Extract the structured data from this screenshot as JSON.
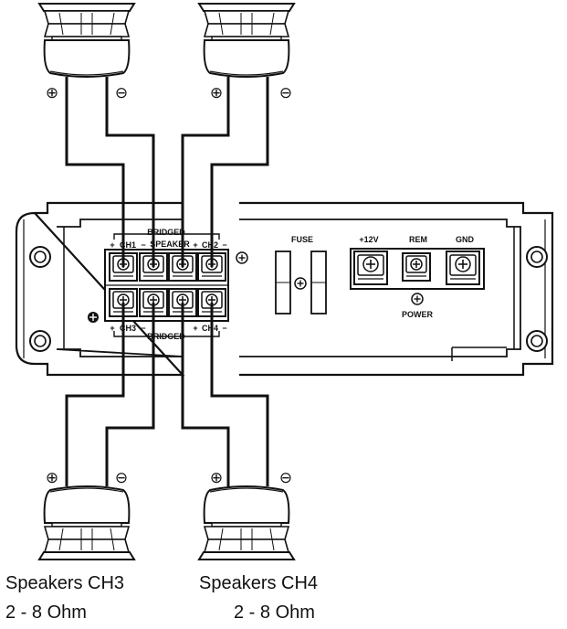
{
  "captions": {
    "ch3_title": "Speakers CH3",
    "ch3_impedance": "2 - 8 Ohm",
    "ch4_title": "Speakers CH4",
    "ch4_impedance": "2 - 8 Ohm"
  },
  "amp": {
    "bridged_top": "BRIDGED",
    "speaker": "SPEAKER",
    "ch1": "CH1",
    "ch2": "CH2",
    "ch3": "CH3",
    "ch4": "CH4",
    "bridged_bottom": "BRIDGED",
    "fuse": "FUSE",
    "plus12v": "+12V",
    "rem": "REM",
    "gnd": "GND",
    "power": "POWER"
  },
  "polarity": {
    "plus": "+",
    "minus": "−"
  },
  "speaker_terminals": {
    "positive": "⊕",
    "negative": "⊖"
  },
  "colors": {
    "line": "#111111",
    "background": "#ffffff"
  }
}
